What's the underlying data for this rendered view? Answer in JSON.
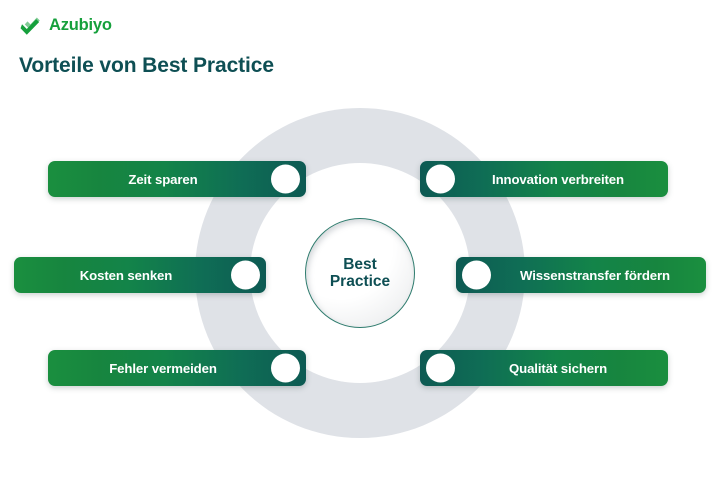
{
  "brand": {
    "name": "Azubiyo",
    "mark_icon": "azubiyo-double-check-icon",
    "color": "#16a03c"
  },
  "header": {
    "title": "Vorteile von Best Practice",
    "title_color": "#0e4f54"
  },
  "diagram": {
    "center": {
      "line1": "Best",
      "line2": "Practice",
      "text": "Best\nPractice",
      "border_color": "#2f7c6e"
    },
    "ring_color": "#dfe2e7",
    "pill_gradient_start": "#1a8f3f",
    "pill_gradient_end": "#0d5a53",
    "benefits_left": [
      {
        "label": "Zeit sparen"
      },
      {
        "label": "Kosten senken"
      },
      {
        "label": "Fehler vermeiden"
      }
    ],
    "benefits_right": [
      {
        "label": "Innovation verbreiten"
      },
      {
        "label": "Wissenstransfer fördern"
      },
      {
        "label": "Qualität sichern"
      }
    ]
  }
}
